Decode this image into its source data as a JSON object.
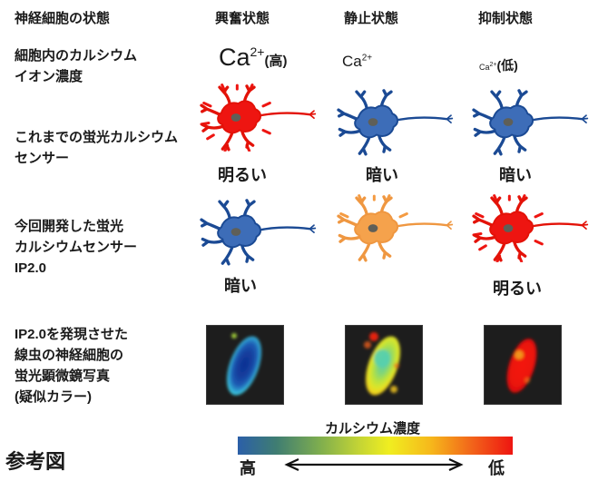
{
  "title_row": {
    "label": "神経細胞の状態",
    "col1": "興奮状態",
    "col2": "静止状態",
    "col3": "抑制状態"
  },
  "calcium_row": {
    "label_line1": "細胞内のカルシウム",
    "label_line2": "イオン濃度",
    "col1": {
      "base": "Ca",
      "sup": "2+",
      "note": "(高)",
      "level": "high"
    },
    "col2": {
      "base": "Ca",
      "sup": "2+",
      "note": "",
      "level": "medium"
    },
    "col3": {
      "base": "Ca",
      "sup": "2+",
      "note": "(低)",
      "level": "low"
    }
  },
  "sensor_old_row": {
    "label_line1": "これまでの蛍光カルシウム",
    "label_line2": "センサー",
    "col1": {
      "neuron": "red-glowing",
      "label": "明るい"
    },
    "col2": {
      "neuron": "blue",
      "label": "暗い"
    },
    "col3": {
      "neuron": "blue",
      "label": "暗い"
    }
  },
  "sensor_new_row": {
    "label_line1": "今回開発した蛍光",
    "label_line2": "カルシウムセンサー",
    "label_line3": "IP2.0",
    "col1": {
      "neuron": "blue",
      "label": "暗い"
    },
    "col2": {
      "neuron": "orange-glowing",
      "label": ""
    },
    "col3": {
      "neuron": "red-glowing",
      "label": "明るい"
    }
  },
  "microscopy_row": {
    "label_line1": "IP2.0を発現させた",
    "label_line2": "線虫の神経細胞の",
    "label_line3": "蛍光顕微鏡写真",
    "label_line4": "(疑似カラー)",
    "images": [
      {
        "state": "excited",
        "pseudocolor": "blue-cyan"
      },
      {
        "state": "resting",
        "pseudocolor": "yellow-green"
      },
      {
        "state": "inhibited",
        "pseudocolor": "red"
      }
    ]
  },
  "colorbar": {
    "title": "カルシウム濃度",
    "left_label": "高",
    "right_label": "低"
  },
  "caption": "参考図",
  "colors": {
    "excited_red": "#ee1511",
    "resting_blue_fill": "#3d6db8",
    "resting_blue_stroke": "#1b4a94",
    "inhibited_orange": "#f5a24c",
    "nucleus_gray": "#5f5f58",
    "microscopy_background": "#1d1d1d",
    "colorbar_gradient": [
      "#2b5fa8",
      "#3f7d72",
      "#7fae4e",
      "#c3d435",
      "#f0ee20",
      "#f6b91b",
      "#f2651a",
      "#ee1511"
    ]
  }
}
